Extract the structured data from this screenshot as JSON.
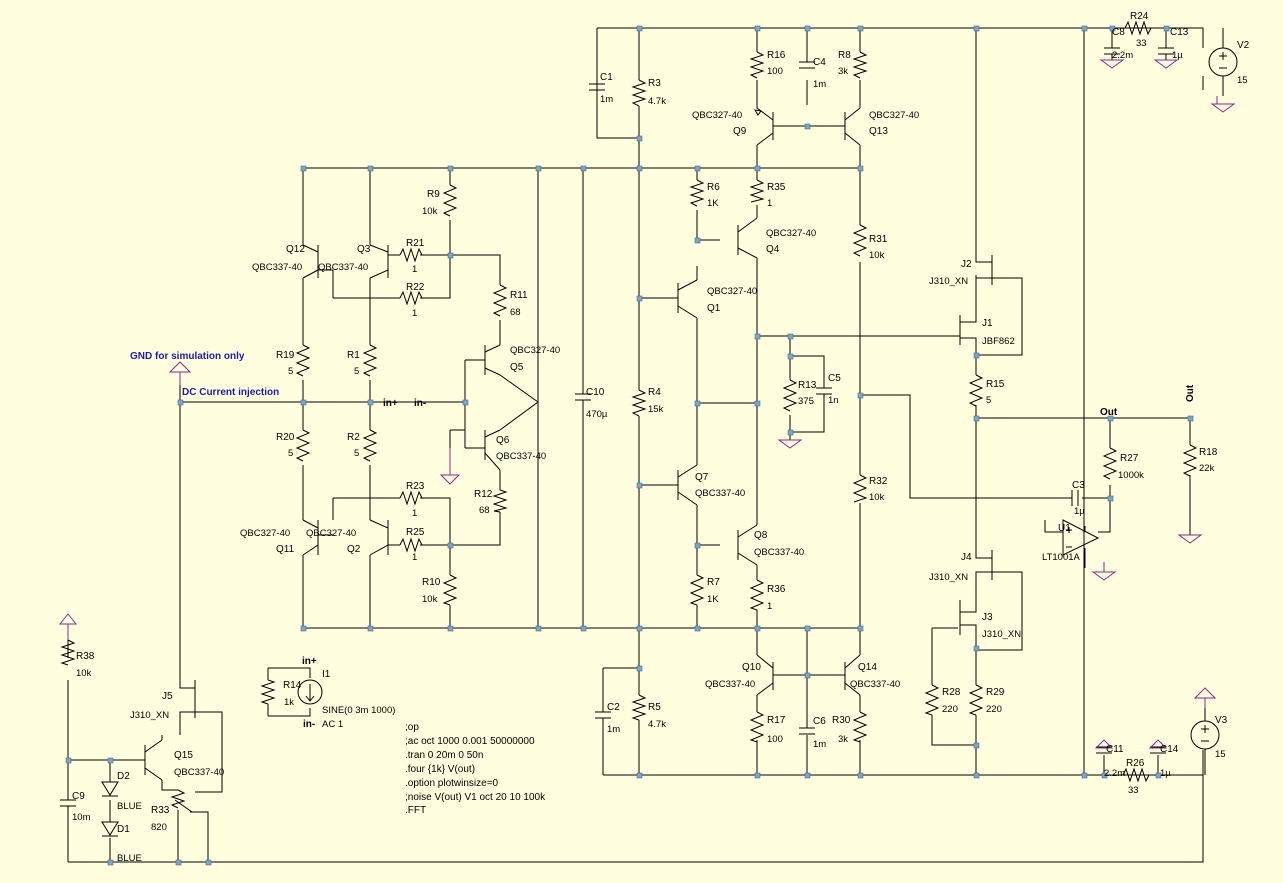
{
  "components": {
    "R24": {
      "name": "R24",
      "value": "33"
    },
    "C8": {
      "name": "C8",
      "value": "2.2m"
    },
    "C13": {
      "name": "C13",
      "value": "1µ"
    },
    "V2": {
      "name": "V2",
      "value": "15"
    },
    "R16": {
      "name": "R16",
      "value": "100"
    },
    "C4": {
      "name": "C4",
      "value": "1m"
    },
    "R8": {
      "name": "R8",
      "value": "3k"
    },
    "C1": {
      "name": "C1",
      "value": "1m"
    },
    "R3": {
      "name": "R3",
      "value": "4.7k"
    },
    "Q9": {
      "name": "Q9",
      "value": "QBC327-40"
    },
    "Q13": {
      "name": "Q13",
      "value": "QBC327-40"
    },
    "R6": {
      "name": "R6",
      "value": "1K"
    },
    "R35": {
      "name": "R35",
      "value": "1"
    },
    "R9": {
      "name": "R9",
      "value": "10k"
    },
    "Q4": {
      "name": "Q4",
      "value": "QBC327-40"
    },
    "R31": {
      "name": "R31",
      "value": "10k"
    },
    "Q12": {
      "name": "Q12",
      "value": "QBC337-40"
    },
    "Q3": {
      "name": "Q3",
      "value": "QBC337-40"
    },
    "R21": {
      "name": "R21",
      "value": "1"
    },
    "R22": {
      "name": "R22",
      "value": "1"
    },
    "R11": {
      "name": "R11",
      "value": "68"
    },
    "Q1": {
      "name": "Q1",
      "value": "QBC327-40"
    },
    "J2": {
      "name": "J2",
      "value": "J310_XN"
    },
    "J1": {
      "name": "J1",
      "value": "JBF862"
    },
    "R19": {
      "name": "R19",
      "value": "5"
    },
    "R1": {
      "name": "R1",
      "value": "5"
    },
    "Q5": {
      "name": "Q5",
      "value": "QBC327-40"
    },
    "R13": {
      "name": "R13",
      "value": "375"
    },
    "C5": {
      "name": "C5",
      "value": "1n"
    },
    "R15": {
      "name": "R15",
      "value": "5"
    },
    "C10": {
      "name": "C10",
      "value": "470µ"
    },
    "R4": {
      "name": "R4",
      "value": "15k"
    },
    "R20": {
      "name": "R20",
      "value": "5"
    },
    "R2": {
      "name": "R2",
      "value": "5"
    },
    "Q6": {
      "name": "Q6",
      "value": "QBC337-40"
    },
    "R27": {
      "name": "R27",
      "value": "1000k"
    },
    "R18": {
      "name": "R18",
      "value": "22k"
    },
    "Q7": {
      "name": "Q7",
      "value": "QBC337-40"
    },
    "R32": {
      "name": "R32",
      "value": "10k"
    },
    "R23": {
      "name": "R23",
      "value": "1"
    },
    "R12": {
      "name": "R12",
      "value": "68"
    },
    "C3": {
      "name": "C3",
      "value": "1µ"
    },
    "U1": {
      "name": "U1",
      "value": "LT1001A"
    },
    "Q11": {
      "name": "Q11",
      "value": "QBC327-40"
    },
    "Q2": {
      "name": "Q2",
      "value": "QBC327-40"
    },
    "R25": {
      "name": "R25",
      "value": "1"
    },
    "Q8": {
      "name": "Q8",
      "value": "QBC337-40"
    },
    "J4": {
      "name": "J4",
      "value": "J310_XN"
    },
    "R7": {
      "name": "R7",
      "value": "1K"
    },
    "R36": {
      "name": "R36",
      "value": "1"
    },
    "R10": {
      "name": "R10",
      "value": "10k"
    },
    "J3": {
      "name": "J3",
      "value": "J310_XN"
    },
    "R38": {
      "name": "R38",
      "value": "10k"
    },
    "I1": {
      "name": "I1",
      "value": "SINE(0 3m 1000)",
      "value2": "AC 1"
    },
    "R14": {
      "name": "R14",
      "value": "1k"
    },
    "Q10": {
      "name": "Q10",
      "value": "QBC337-40"
    },
    "Q14": {
      "name": "Q14",
      "value": "QBC337-40"
    },
    "J5": {
      "name": "J5",
      "value": "J310_XN"
    },
    "Q15": {
      "name": "Q15",
      "value": "QBC337-40"
    },
    "C2": {
      "name": "C2",
      "value": "1m"
    },
    "R5": {
      "name": "R5",
      "value": "4.7k"
    },
    "R17": {
      "name": "R17",
      "value": "100"
    },
    "C6": {
      "name": "C6",
      "value": "1m"
    },
    "R30": {
      "name": "R30",
      "value": "3k"
    },
    "R28": {
      "name": "R28",
      "value": "220"
    },
    "R29": {
      "name": "R29",
      "value": "220"
    },
    "C11": {
      "name": "C11",
      "value": "2.2m"
    },
    "R26": {
      "name": "R26",
      "value": "33"
    },
    "C14": {
      "name": "C14",
      "value": "1µ"
    },
    "V3": {
      "name": "V3",
      "value": "15"
    },
    "D2": {
      "name": "D2",
      "value": "BLUE"
    },
    "D1": {
      "name": "D1",
      "value": "BLUE"
    },
    "C9": {
      "name": "C9",
      "value": "10m"
    },
    "R33": {
      "name": "R33",
      "value": "820"
    }
  },
  "net_labels": {
    "in_plus": "in+",
    "in_minus": "in-",
    "out": "Out"
  },
  "notes": {
    "gnd_note": "GND for simulation only",
    "dc_note": "DC Current injection"
  },
  "directives": [
    ";op",
    ";ac oct 1000 0.001 50000000",
    ".tran 0 20m 0 50n",
    ".four {1k}  V(out)",
    ".option plotwinsize=0",
    ";noise V(out) V1 oct 20 10 100k",
    ".FFT"
  ],
  "colors": {
    "background": "#ffffe0",
    "wire": "#000000",
    "junction": "#7fa6c4",
    "ground_flag": "#8a2a8a",
    "note_text": "#1c1ca8"
  }
}
